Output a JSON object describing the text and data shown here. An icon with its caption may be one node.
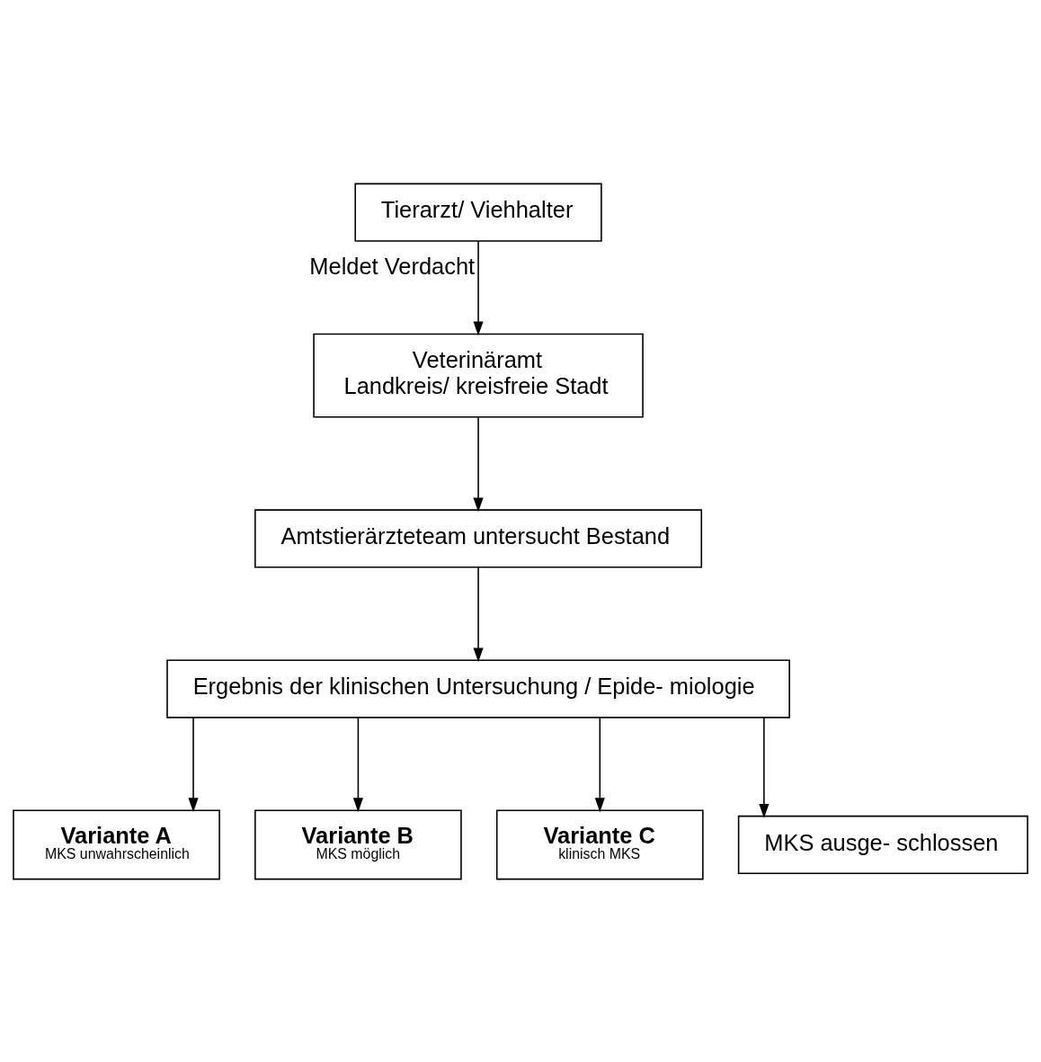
{
  "diagram": {
    "nodes": [
      {
        "text": [
          "Tierarzt/ Viehhalter"
        ]
      },
      {
        "text": [
          "Veterinäramt",
          "Landkreis/ kreisfreie Stadt"
        ]
      },
      {
        "text": [
          "Amtstierärzteteam untersucht Bestand"
        ]
      },
      {
        "text": [
          "Ergebnis der klinischen Untersuchung / Epide- miologie"
        ]
      },
      {
        "text": [
          "Variante A",
          "MKS unwahrscheinlich"
        ]
      },
      {
        "text": [
          "Variante B",
          "MKS möglich"
        ]
      },
      {
        "text": [
          "Variante C",
          "klinisch MKS"
        ]
      },
      {
        "text": [
          "MKS ausge- schlossen"
        ]
      }
    ],
    "edges": [
      {
        "from": 0,
        "to": 1,
        "arrow": "to",
        "label": "Meldet Verdacht"
      },
      {
        "from": 1,
        "to": 2,
        "arrow": "to"
      },
      {
        "from": 2,
        "to": 3,
        "arrow": "to"
      },
      {
        "from": 3,
        "to": 4,
        "arrow": "to"
      },
      {
        "from": 3,
        "to": 5,
        "arrow": "to"
      },
      {
        "from": 3,
        "to": 6,
        "arrow": "to"
      },
      {
        "from": 3,
        "to": 7,
        "arrow": "to"
      }
    ]
  }
}
